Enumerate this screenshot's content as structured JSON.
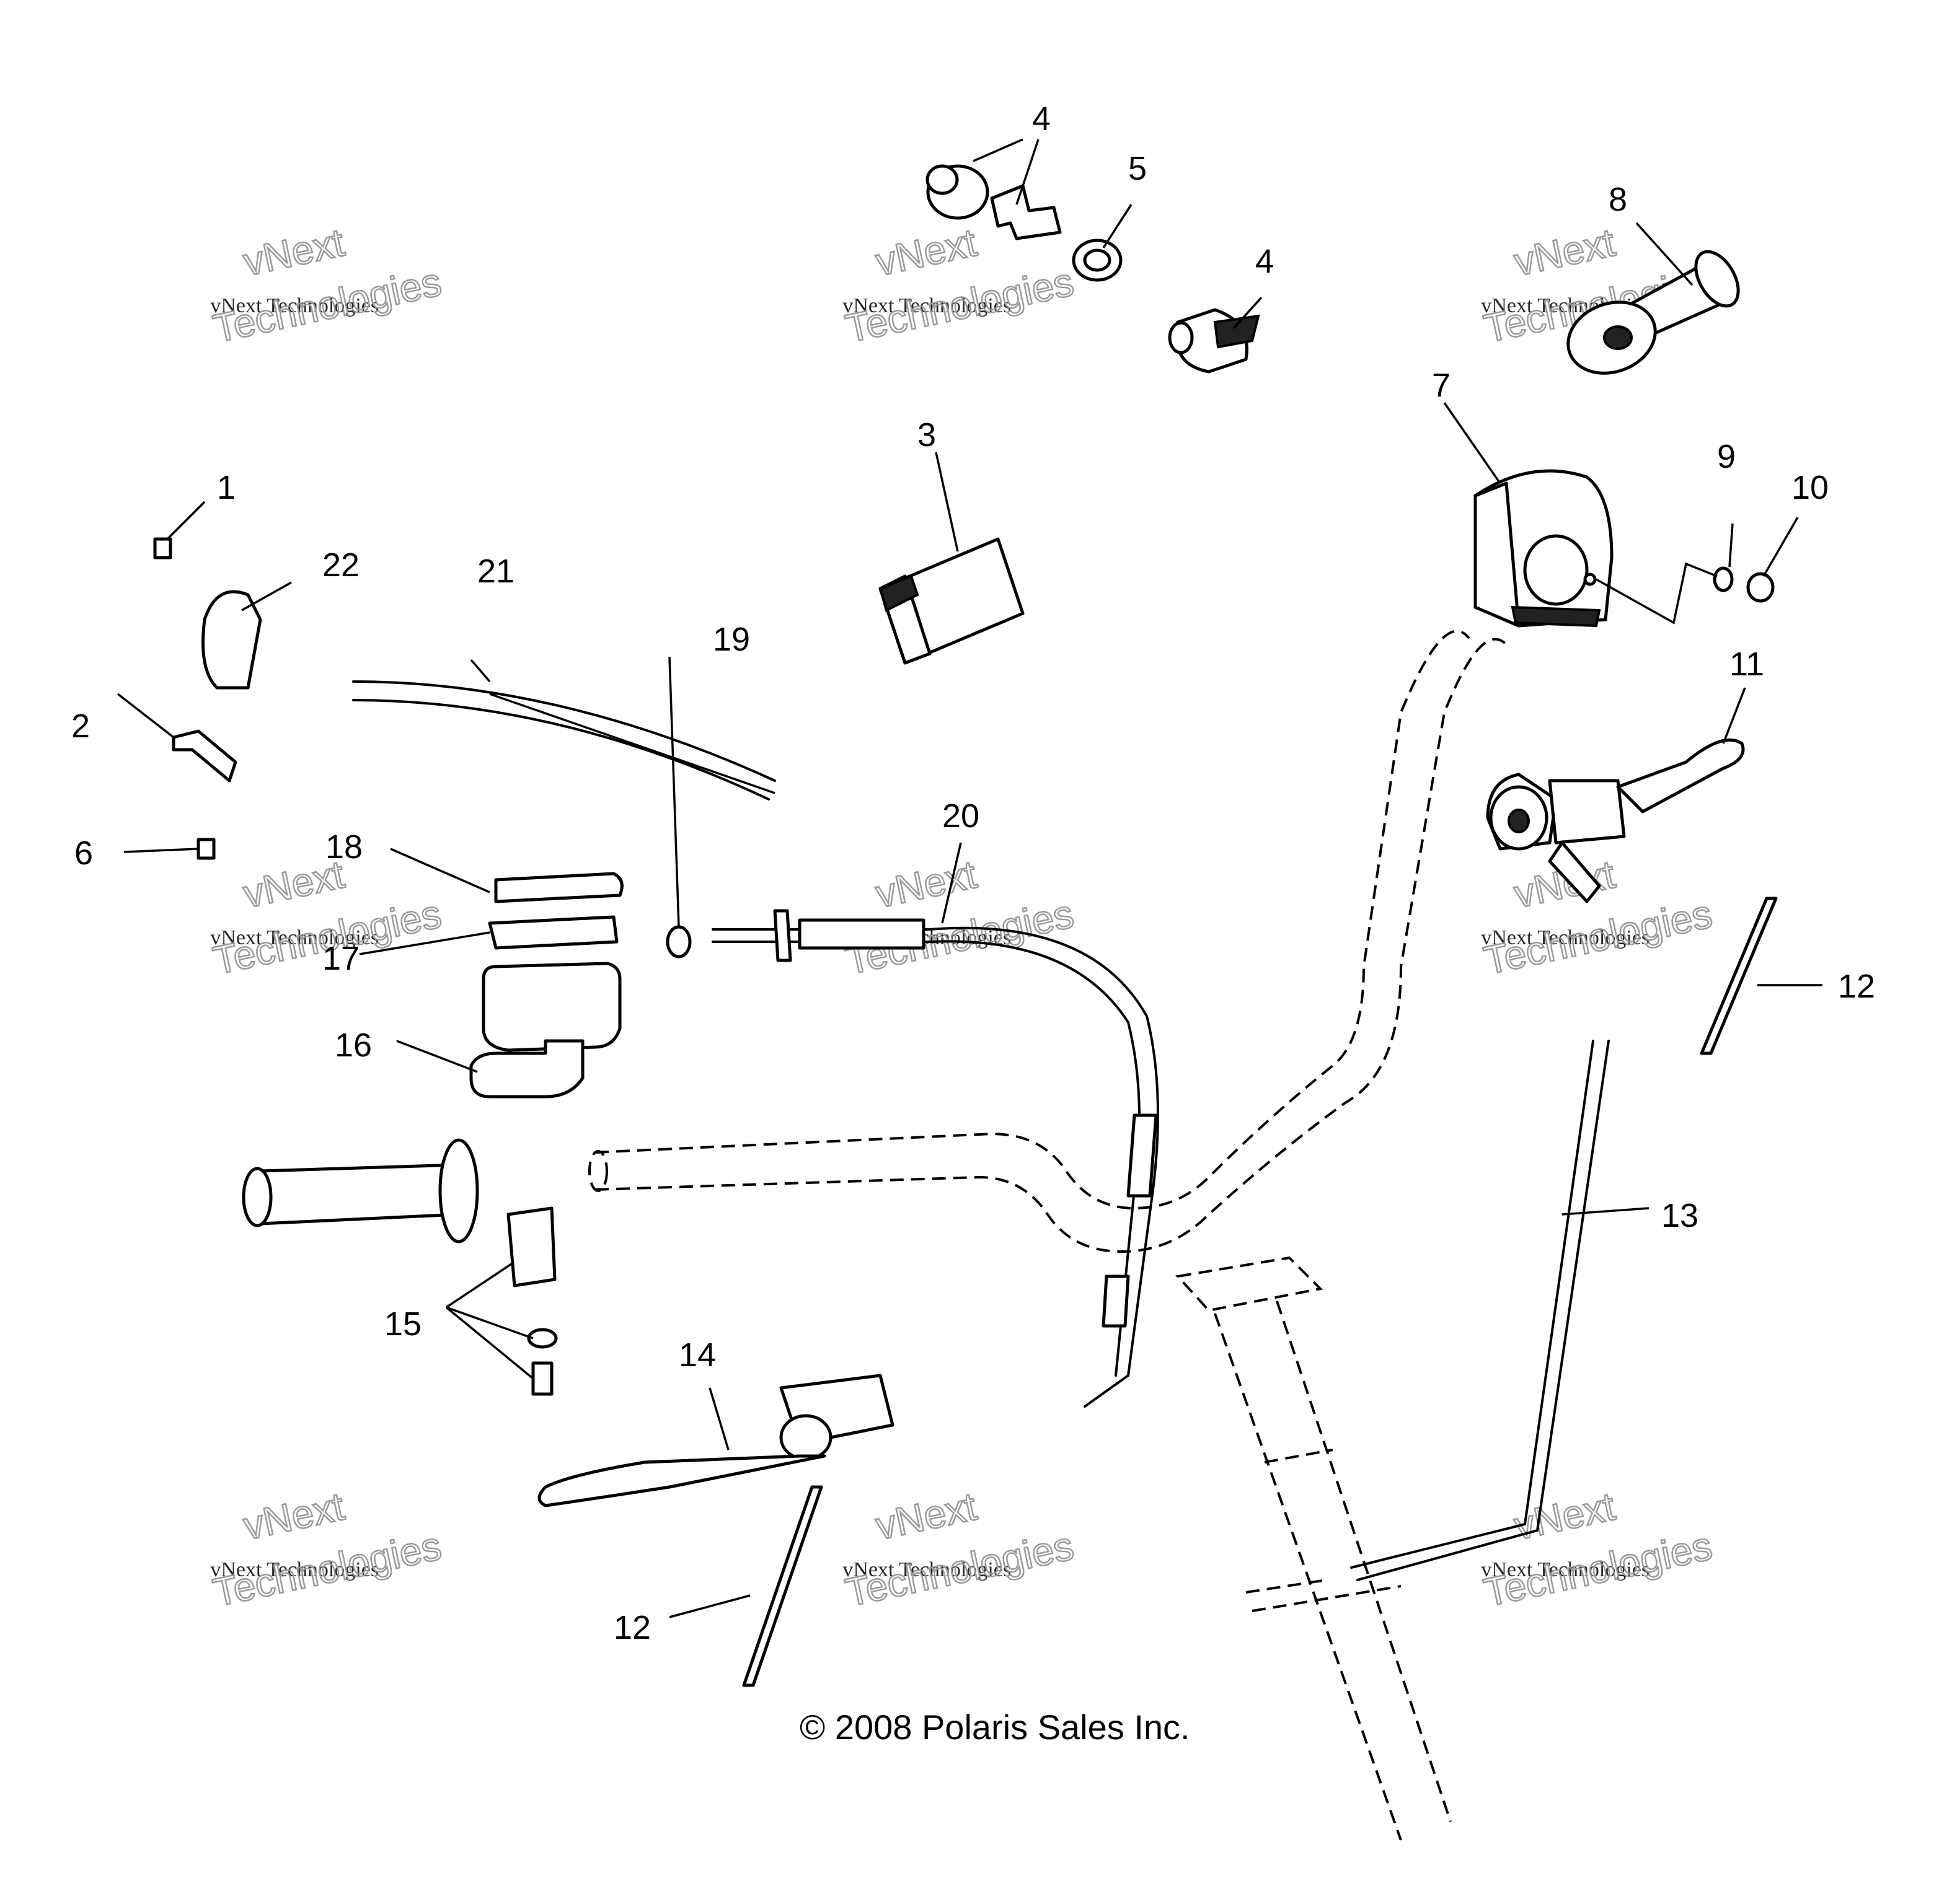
{
  "diagram": {
    "callouts": [
      "1",
      "2",
      "3",
      "4",
      "4",
      "5",
      "6",
      "7",
      "8",
      "9",
      "10",
      "11",
      "12",
      "12",
      "13",
      "14",
      "15",
      "16",
      "17",
      "18",
      "19",
      "20",
      "21",
      "22"
    ],
    "copyright": "© 2008 Polaris Sales Inc."
  },
  "watermark": {
    "company": "vNext Technologies",
    "line1": "vNext",
    "line2": "Technologies"
  }
}
